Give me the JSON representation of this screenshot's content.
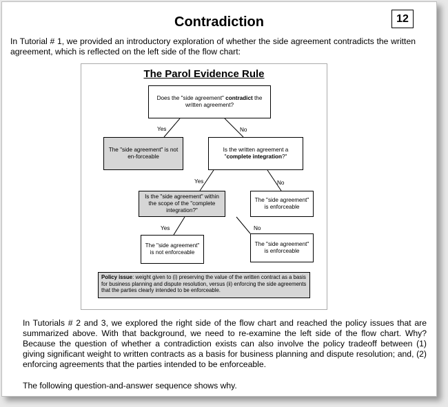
{
  "title": "Contradiction",
  "page_number": "12",
  "intro": "In Tutorial # 1, we provided an introductory exploration of whether the side agreement contradicts the written agreement, which is reflected on the left side of the flow chart:",
  "diagram": {
    "title": "The Parol Evidence Rule",
    "nodes": {
      "q1_pre": "Does the \"side agreement\" ",
      "q1_bold": "contradict",
      "q1_post": " the written agreement?",
      "not_enforceable_1": "The \"side agreement\" is not en-forceable",
      "q2_pre": "Is the written agreement a \"",
      "q2_bold": "complete integration",
      "q2_post": "?\"",
      "enforceable_1": "The \"side agreement\" is enforceable",
      "q3": "Is the \"side agreement\" within the scope of the \"complete integration?\"",
      "not_enforceable_2": "The \"side agreement\" is not enforceable",
      "enforceable_2": "The \"side agreement\" is enforceable"
    },
    "edge_labels": {
      "q1_yes": "Yes",
      "q1_no": "No",
      "q2_yes": "Yes",
      "q2_no": "No",
      "q3_yes": "Yes",
      "q3_no": "No"
    },
    "policy_label": "Policy issue",
    "policy_text": ": weight given to (i) preserving the value of the written contract as a basis for business planning and dispute resolution, versus (ii) enforcing the side agreements that the parties clearly intended to be enforceable."
  },
  "body": "In Tutorials # 2 and 3, we explored the right side of the flow chart and reached the policy issues that are summarized above. With that background, we need to re-examine the left side of the flow chart. Why? Because the question of whether a contradiction exists can also involve the policy tradeoff between (1) giving significant weight to written contracts as a basis for business planning and dispute resolution; and, (2) enforcing agreements that the parties intended to be enforceable.",
  "closing": "The following question-and-answer sequence shows why.",
  "colors": {
    "gray_box": "#d6d6d6",
    "border": "#000000"
  }
}
